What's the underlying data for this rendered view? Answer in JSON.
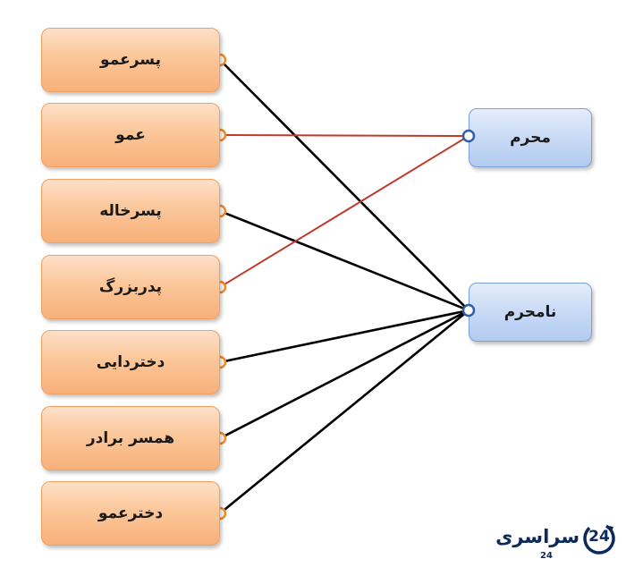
{
  "diagram": {
    "left_nodes": [
      {
        "label": "پسرعمو",
        "target": "نامحرم"
      },
      {
        "label": "عمو",
        "target": "محرم"
      },
      {
        "label": "پسرخاله",
        "target": "نامحرم"
      },
      {
        "label": "پدربزرگ",
        "target": "محرم"
      },
      {
        "label": "دختردایی",
        "target": "نامحرم"
      },
      {
        "label": "همسر برادر",
        "target": "نامحرم"
      },
      {
        "label": "دخترعمو",
        "target": "نامحرم"
      }
    ],
    "right_nodes": [
      "محرم",
      "نامحرم"
    ],
    "colors": {
      "mahram_link": "#c0392b",
      "namahram_link": "#000000",
      "left_fill": "#fbc79a",
      "left_border": "#f0a060",
      "right_fill": "#c6d8f5",
      "right_border": "#7aa0d8",
      "left_port": "#f28c28",
      "right_port": "#2f5fa8"
    }
  },
  "logo": {
    "text": "سراسری",
    "sub": "24",
    "badge": "24",
    "color": "#0b2a5b",
    "icon": "clock-24-icon"
  }
}
